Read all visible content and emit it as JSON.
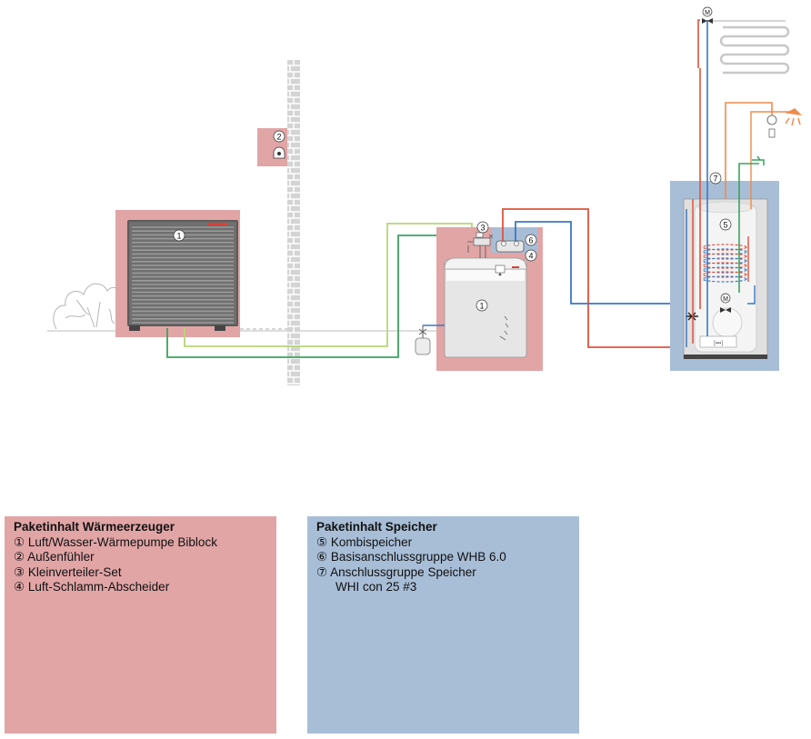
{
  "diagram": {
    "markers": {
      "heatpump_outdoor": "1",
      "outdoor_sensor": "2",
      "distributor_set": "3",
      "sludge_separator": "4",
      "indoor_unit": "1",
      "storage_tank": "5",
      "base_connection": "6",
      "storage_connection": "7",
      "motor_top": "M",
      "motor_tank": "M"
    },
    "colors": {
      "pink_zone": "#e1a5a6",
      "blue_zone": "#a8bed7",
      "pipe_red": "#e0533c",
      "pipe_blue": "#3b78c3",
      "pipe_green": "#3aa35e",
      "pipe_lightgreen": "#b7d57a",
      "pipe_orange": "#f08a4b",
      "wall": "#c9c9c9"
    },
    "icons": [
      "shower-icon",
      "tap-icon",
      "radiator-icon",
      "expansion-vessel-icon",
      "bush-icon"
    ]
  },
  "legend_left": {
    "title": "Paketinhalt Wärmeerzeuger",
    "items": [
      {
        "num": "①",
        "label": "Luft/Wasser-Wärmepumpe Biblock"
      },
      {
        "num": "②",
        "label": "Außenfühler"
      },
      {
        "num": "③",
        "label": "Kleinverteiler-Set"
      },
      {
        "num": "④",
        "label": "Luft-Schlamm-Abscheider"
      }
    ]
  },
  "legend_right": {
    "title": "Paketinhalt Speicher",
    "items": [
      {
        "num": "⑤",
        "label": "Kombispeicher"
      },
      {
        "num": "⑥",
        "label": "Basisanschlussgruppe WHB 6.0"
      },
      {
        "num": "⑦",
        "label": "Anschlussgruppe Speicher"
      }
    ],
    "continuation": "WHI con 25 #3"
  }
}
